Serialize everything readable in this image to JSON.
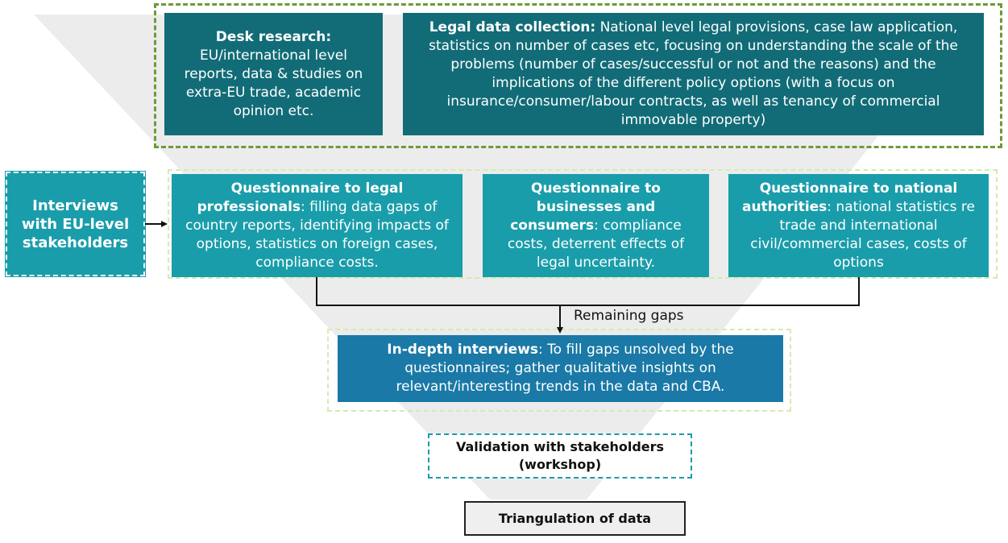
{
  "colors": {
    "dark_teal": "#126c77",
    "teal": "#1a9daa",
    "blue": "#1a79a6",
    "green_dash": "#6c9a3a",
    "light_green_dash": "#d3ecb0",
    "funnel_gray": "#ececec"
  },
  "desk_research": {
    "title": "Desk research:",
    "text": "EU/international level reports, data & studies on extra-EU trade, academic opinion etc."
  },
  "legal_data": {
    "title": "Legal data collection:",
    "text": " National level legal provisions, case law application, statistics on number of cases etc, focusing on understanding the scale of the problems (number of cases/successful or not and the reasons) and the implications of the different policy options (with a focus on insurance/consumer/labour contracts, as well as  tenancy of commercial immovable property)"
  },
  "interviews_eu": {
    "text": "Interviews with EU-level stakeholders"
  },
  "q_legal": {
    "title": "Questionnaire to legal professionals",
    "text": ": filling data gaps of country reports, identifying impacts of options, statistics on foreign cases, compliance costs."
  },
  "q_business": {
    "title": "Questionnaire to businesses and consumers",
    "text": ": compliance costs, deterrent effects of legal uncertainty."
  },
  "q_national": {
    "title": "Questionnaire to national authorities",
    "text": ": national statistics re trade and international civil/commercial cases, costs of options"
  },
  "remaining_gaps": "Remaining gaps",
  "in_depth": {
    "title": "In-depth interviews",
    "text": ": To fill gaps unsolved by the questionnaires; gather qualitative insights on relevant/interesting trends in the data and CBA."
  },
  "validation": "Validation with stakeholders (workshop)",
  "triangulation": "Triangulation of data"
}
